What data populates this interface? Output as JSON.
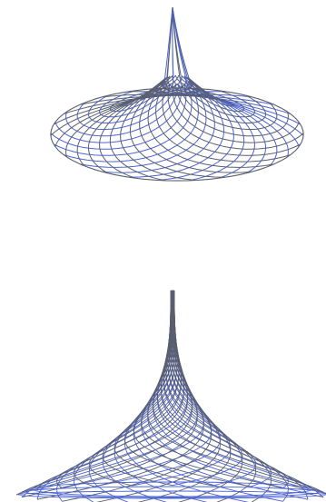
{
  "caption": {
    "lines": [
      "",
      "",
      "",
      "",
      "",
      ""
    ]
  },
  "figures": [
    {
      "name": "top-view-wireframe",
      "view": "oblique-top"
    },
    {
      "name": "side-view-wireframe",
      "view": "side"
    }
  ],
  "colors": {
    "background": "#ffffff",
    "blue_strand": "#4a63d6",
    "grey_strand": "#5a5f6e"
  }
}
